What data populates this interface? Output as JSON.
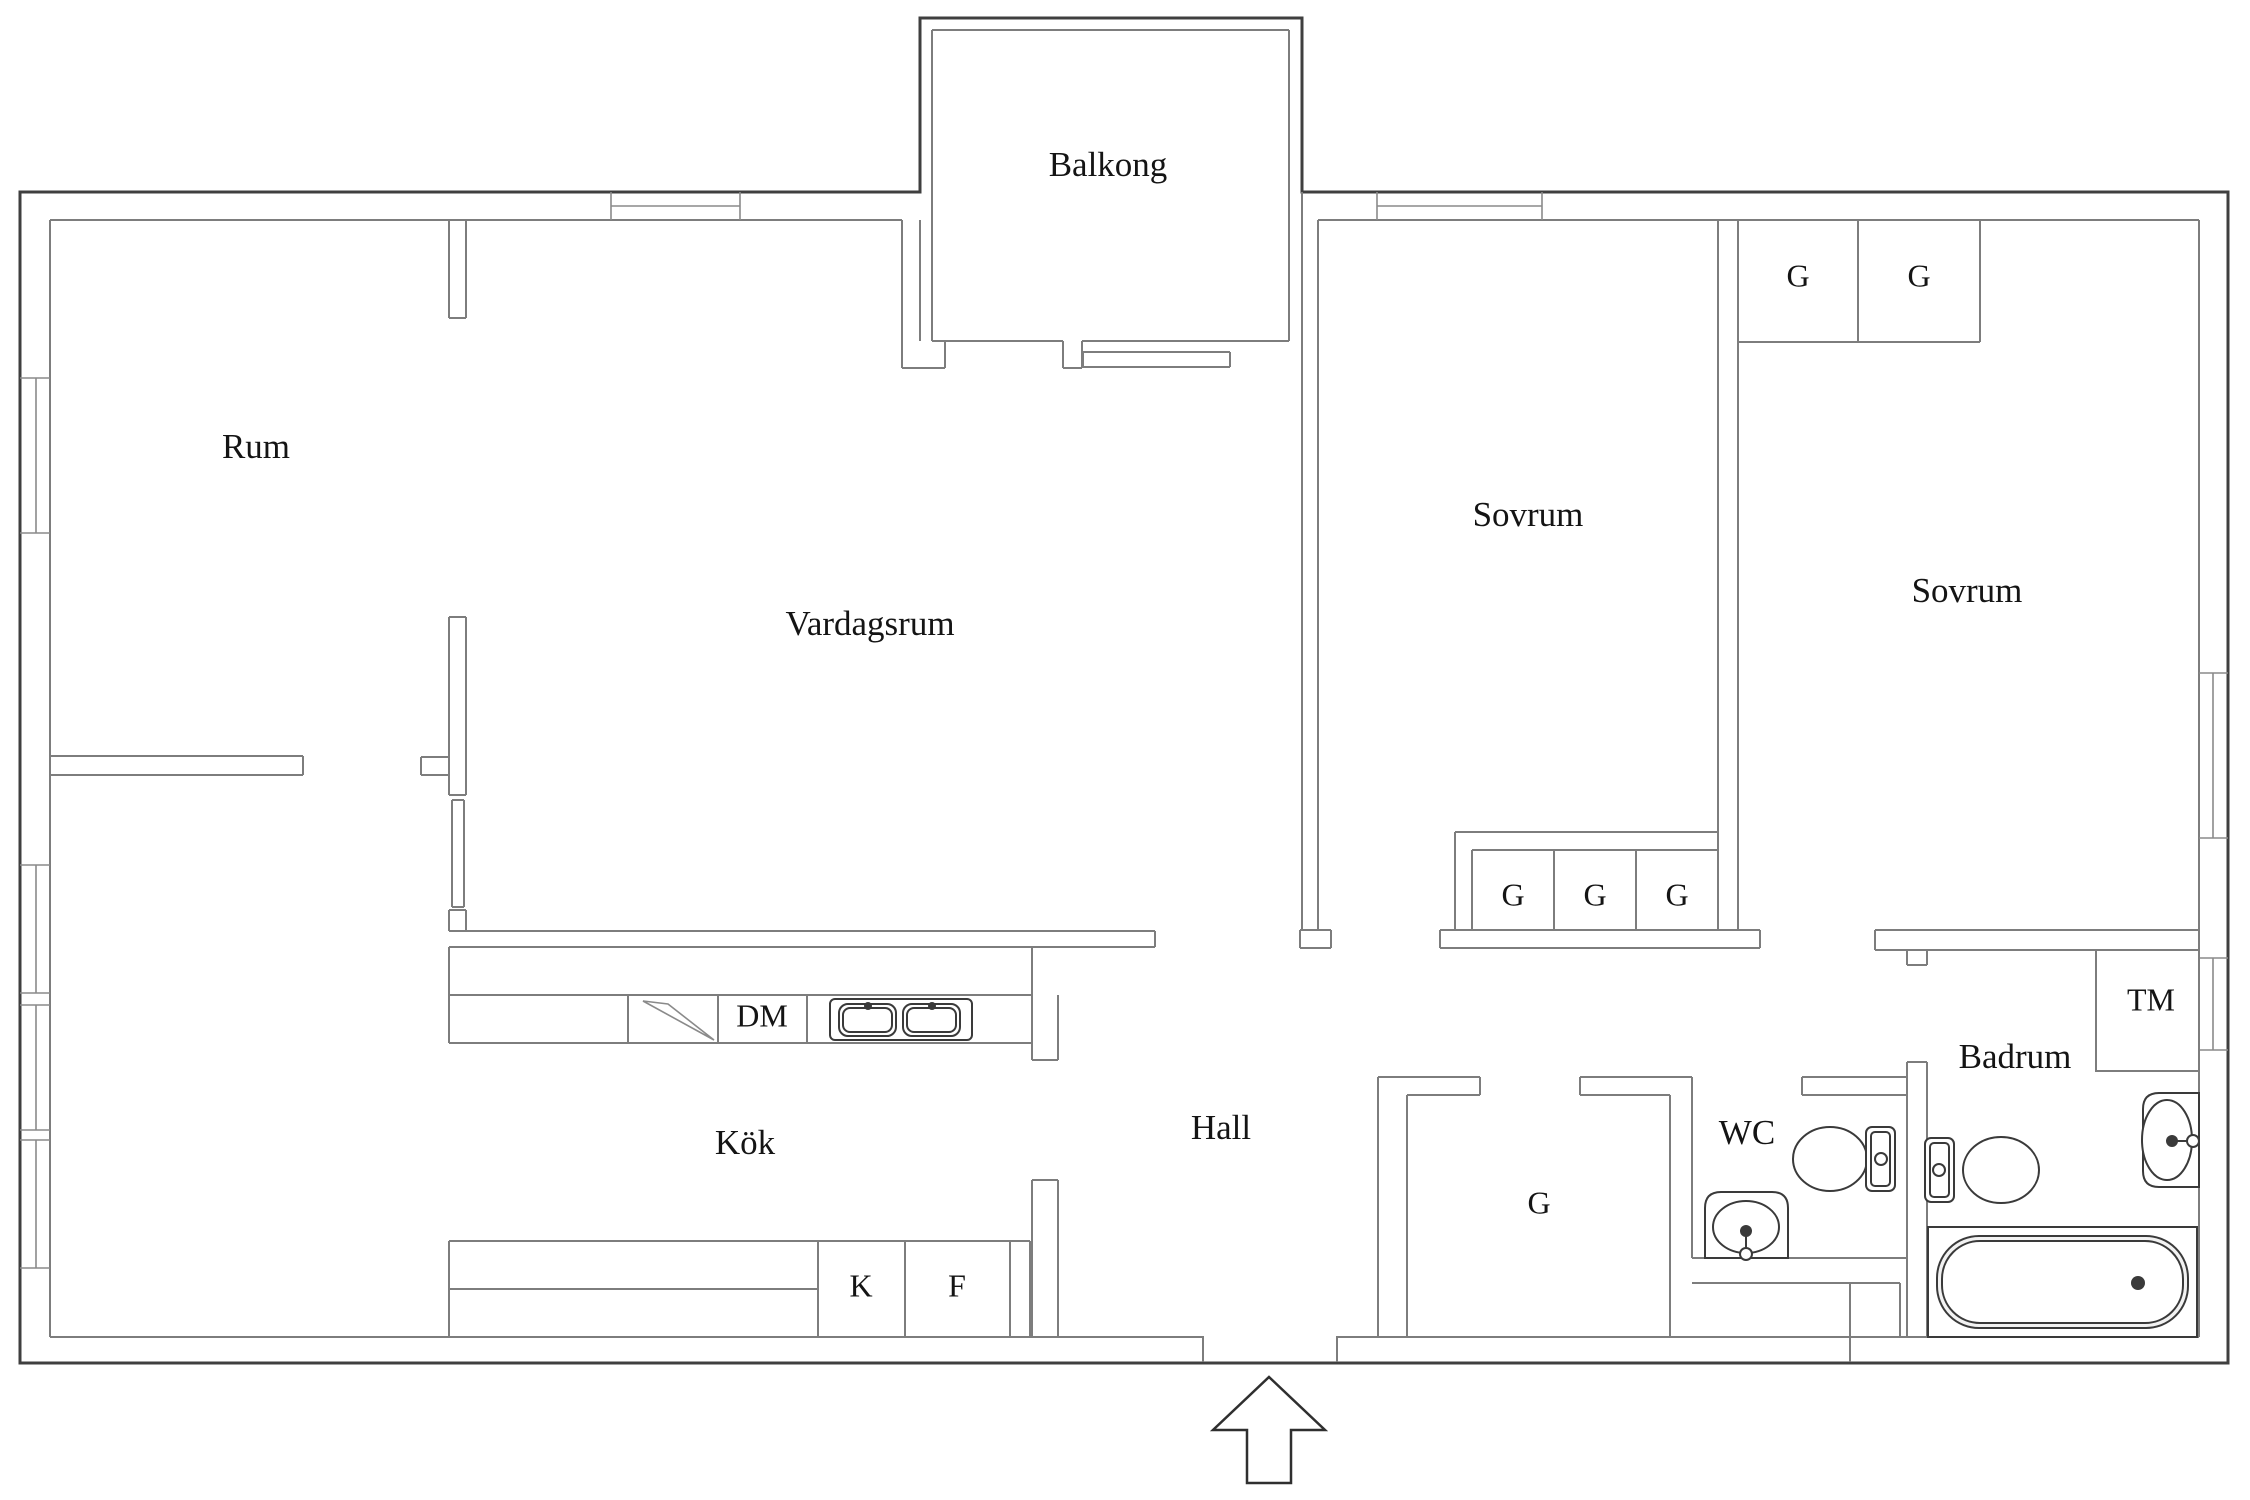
{
  "colors": {
    "background": "#ffffff",
    "wall_line": "#7d7d7d",
    "outer_wall_line": "#3f3f3f",
    "fixture_line": "#3a3a3a",
    "text": "#141414"
  },
  "rooms": {
    "rum": "Rum",
    "vardagsrum": "Vardagsrum",
    "balkong": "Balkong",
    "sovrum_1": "Sovrum",
    "sovrum_2": "Sovrum",
    "kok": "Kök",
    "hall": "Hall",
    "wc": "WC",
    "badrum": "Badrum"
  },
  "labels": {
    "closet": "G",
    "dishwasher": "DM",
    "fridge": "K",
    "freezer": "F",
    "washing_machine": "TM"
  }
}
